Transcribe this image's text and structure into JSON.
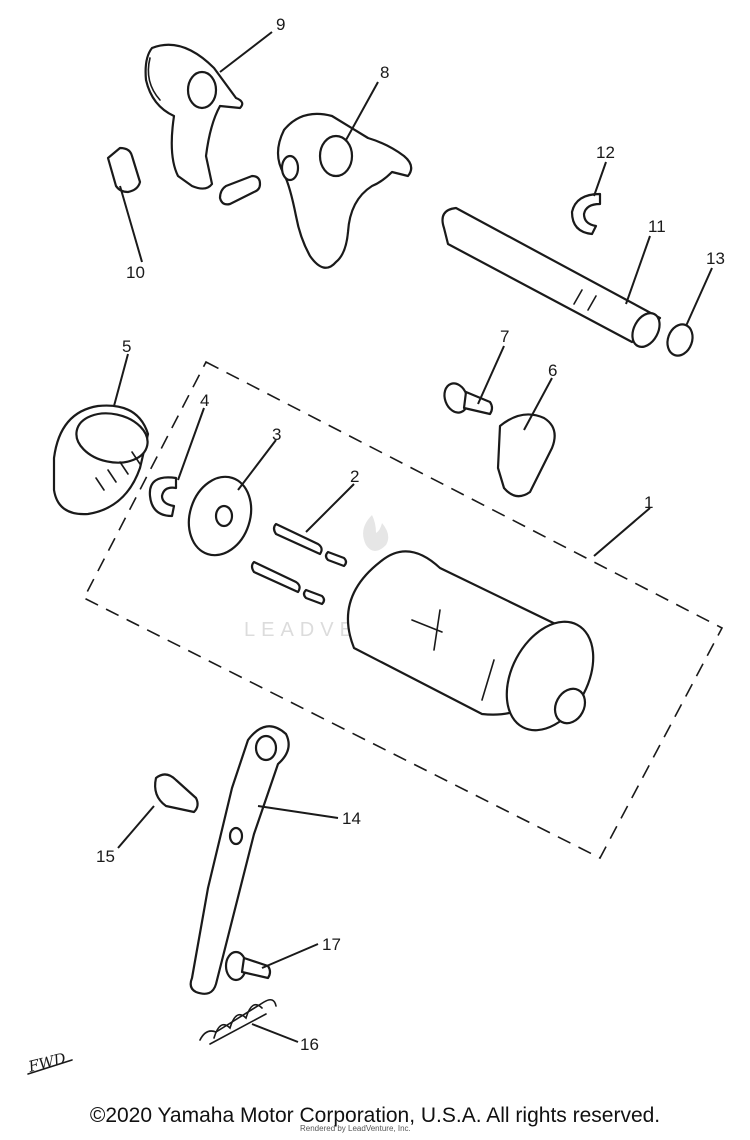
{
  "watermark": "LEADVENTURE",
  "fwd_mark": "FWD",
  "copyright": "©2020 Yamaha Motor Corporation, U.S.A. All rights reserved.",
  "rendered_by": "Rendered by LeadVenture, Inc.",
  "callouts": {
    "c1": "1",
    "c2": "2",
    "c3": "3",
    "c4": "4",
    "c5": "5",
    "c6": "6",
    "c7": "7",
    "c8": "8",
    "c9": "9",
    "c10": "10",
    "c11": "11",
    "c12": "12",
    "c13": "13",
    "c14": "14",
    "c15": "15",
    "c16": "16",
    "c17": "17"
  }
}
